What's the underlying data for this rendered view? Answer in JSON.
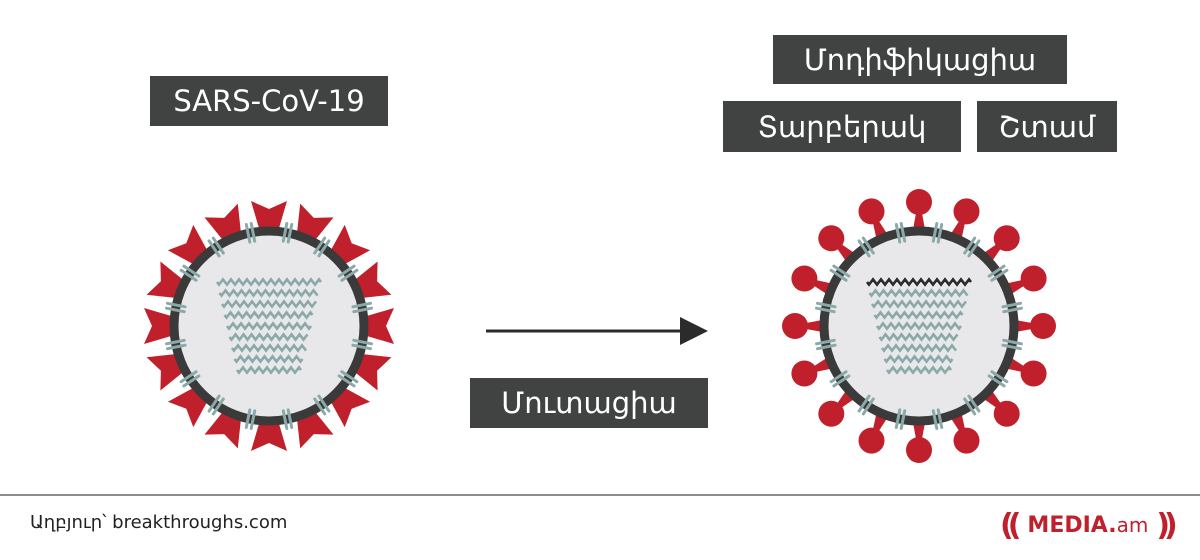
{
  "labels": {
    "sars": "SARS-CoV-19",
    "modification": "Մոդիֆիկացիա",
    "variant": "Տարբերակ",
    "strain": "Շտամ",
    "mutation": "Մուտացիա"
  },
  "footer": {
    "source": "Աղբյուր՝ breakthroughs.com",
    "logo": {
      "left_paren": "((",
      "name": "MEDIA.",
      "tld": "am",
      "right_paren": "))"
    }
  },
  "colors": {
    "spike": "#c0202c",
    "membrane": "#3a3a3a",
    "interior": "#e8e8ea",
    "rna": "#8aa9a8",
    "mutated_rna": "#2a2a2a",
    "label_bg": "#414242"
  }
}
